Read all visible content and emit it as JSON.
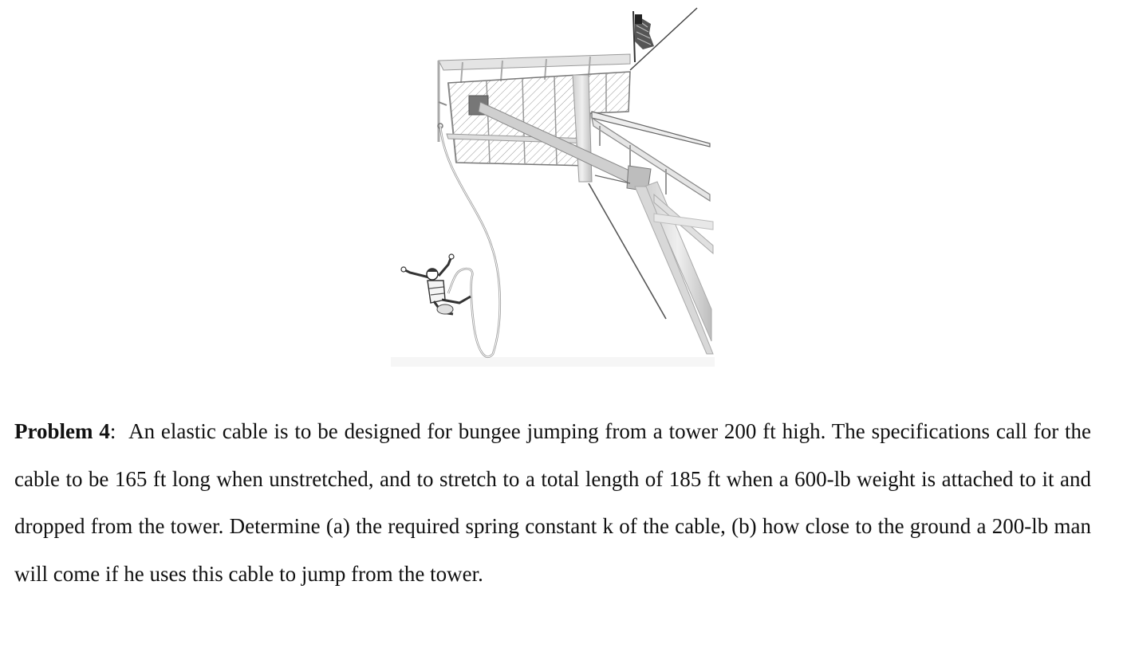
{
  "problem": {
    "label": "Problem 4",
    "colon": ":",
    "text": "An elastic cable is to be designed for bungee jumping from a tower 200 ft high. The specifications call for the cable to be 165 ft long when unstretched, and to stretch to a total length of 185 ft when a 600-lb weight is attached to it and dropped from the tower. Determine (a) the required spring constant k of the cable, (b) how close to the ground a 200-lb man will come if he uses this cable to jump from the tower."
  },
  "figure": {
    "icons": [
      "flag-icon",
      "tower-platform",
      "bungee-jumper",
      "elastic-cable"
    ]
  }
}
